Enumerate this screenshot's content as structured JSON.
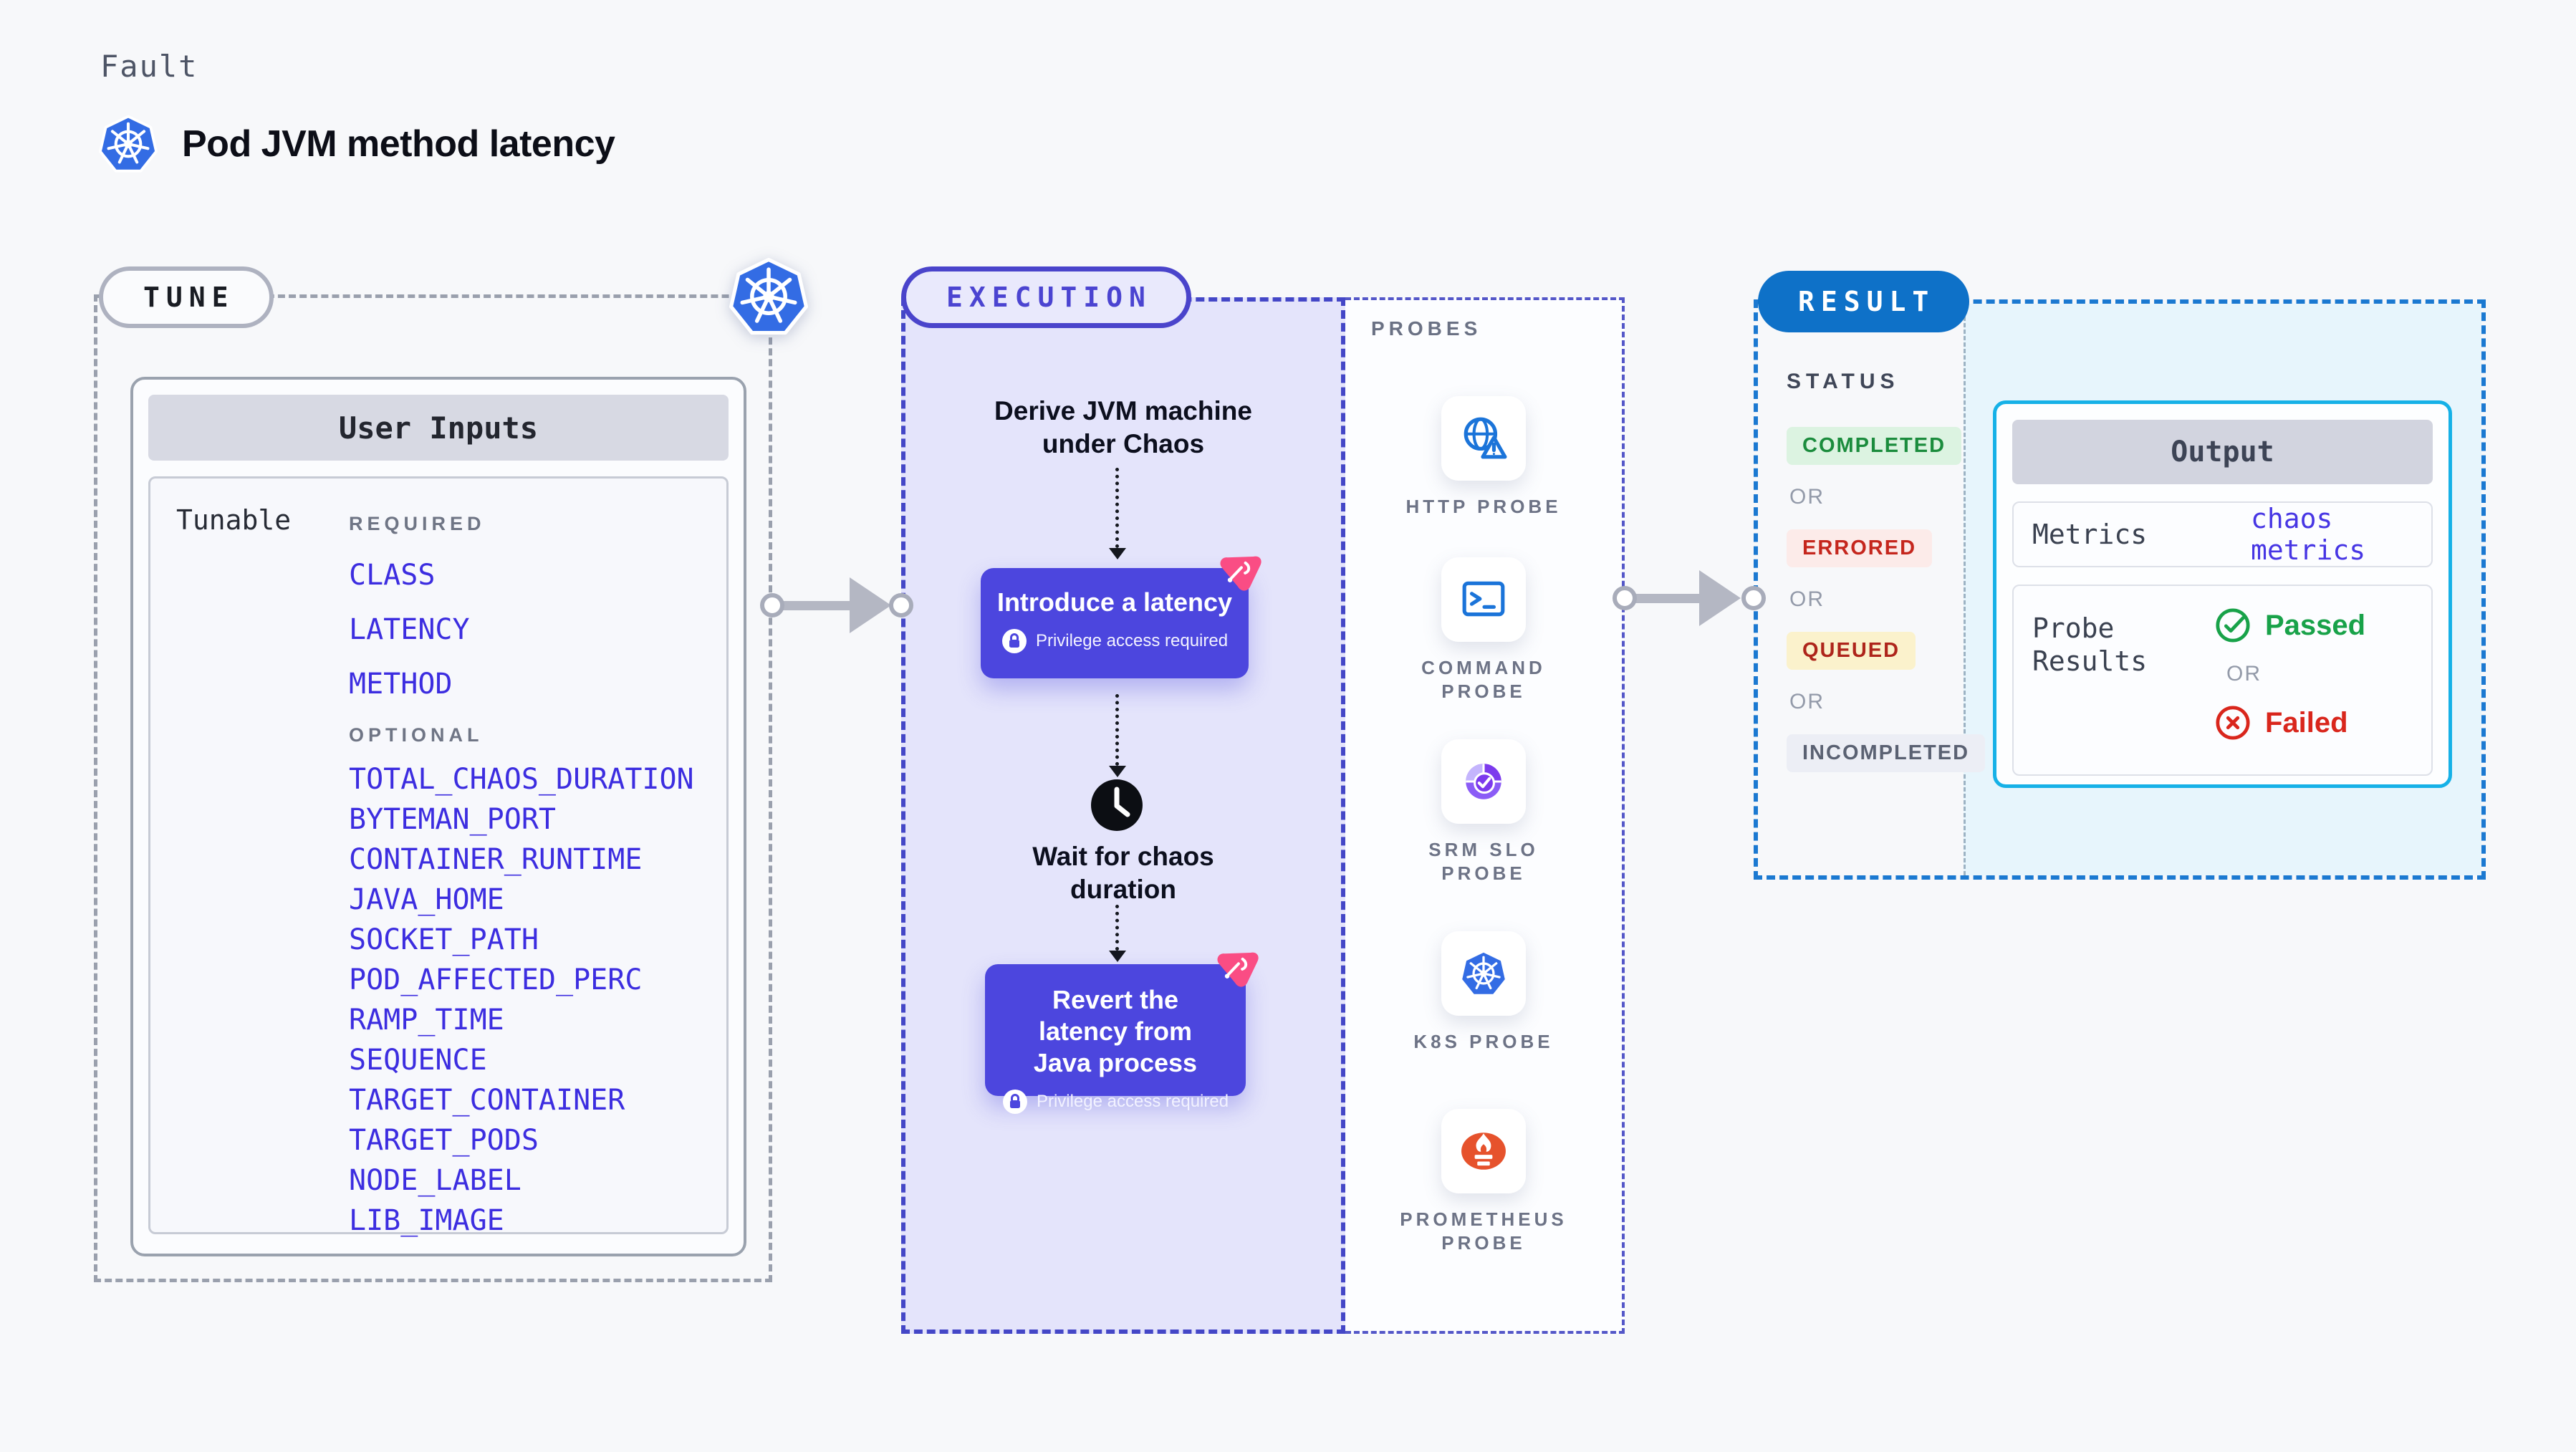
{
  "page": {
    "kicker": "Fault",
    "title": "Pod JVM method latency"
  },
  "tune": {
    "badge": "TUNE",
    "panel_title": "User Inputs",
    "row_label": "Tunable",
    "required_label": "REQUIRED",
    "optional_label": "OPTIONAL",
    "required": [
      "CLASS",
      "LATENCY",
      "METHOD"
    ],
    "optional": [
      "TOTAL_CHAOS_DURATION",
      "BYTEMAN_PORT",
      "CONTAINER_RUNTIME",
      "JAVA_HOME",
      "SOCKET_PATH",
      "POD_AFFECTED_PERC",
      "RAMP_TIME",
      "SEQUENCE",
      "TARGET_CONTAINER",
      "TARGET_PODS",
      "NODE_LABEL",
      "LIB_IMAGE"
    ]
  },
  "execution": {
    "badge": "EXECUTION",
    "step_derive": "Derive JVM machine under Chaos",
    "step_introduce": "Introduce a latency",
    "step_wait": "Wait for chaos duration",
    "step_revert": "Revert the latency from Java process",
    "privilege_note": "Privilege access required"
  },
  "probes": {
    "label": "PROBES",
    "items": [
      "HTTP PROBE",
      "COMMAND PROBE",
      "SRM SLO PROBE",
      "K8S PROBE",
      "PROMETHEUS PROBE"
    ]
  },
  "result": {
    "badge": "RESULT",
    "status_label": "STATUS",
    "or_label": "OR",
    "statuses": [
      {
        "label": "COMPLETED"
      },
      {
        "label": "ERRORED"
      },
      {
        "label": "QUEUED"
      },
      {
        "label": "INCOMPLETED"
      }
    ],
    "output": {
      "title": "Output",
      "metrics_label": "Metrics",
      "metrics_value": "chaos metrics",
      "probe_results_label": "Probe Results",
      "passed": "Passed",
      "or": "OR",
      "failed": "Failed"
    }
  },
  "icons": {
    "kubernetes": "kubernetes-icon",
    "chaos_step": "chaos-pink-triangle-icon",
    "lock": "lock-icon",
    "clock": "clock-icon",
    "http_probe": "globe-alert-icon",
    "command_probe": "terminal-icon",
    "srm_slo_probe": "slo-donut-check-icon",
    "k8s_probe": "kubernetes-icon",
    "prometheus_probe": "prometheus-flame-icon",
    "passed": "check-circle-icon",
    "failed": "x-circle-icon"
  },
  "colors": {
    "page_bg": "#f7f8fa",
    "accent_indigo": "#4c46de",
    "execution_bg": "#e4e4fb",
    "execution_border": "#4447c7",
    "tune_border": "#9aa0ad",
    "result_border": "#1b79d1",
    "result_badge_bg": "#0e71c8",
    "result_cyan_bg": "#e7f5fc",
    "output_border": "#16b1e7",
    "param_blue": "#3c2de0",
    "k8s_blue": "#336ce4",
    "probe_icon_blue": "#1b74d9",
    "pink": "#fa4d84",
    "passed_green": "#18a249",
    "failed_red": "#d9261c",
    "completed_green": "#1b8c3d",
    "errored_red": "#c5261d",
    "queued_dark_red": "#ae251b",
    "incompleted_gray": "#5a6172",
    "prometheus_orange": "#e6522c",
    "srm_purple": "#7c3aed"
  }
}
